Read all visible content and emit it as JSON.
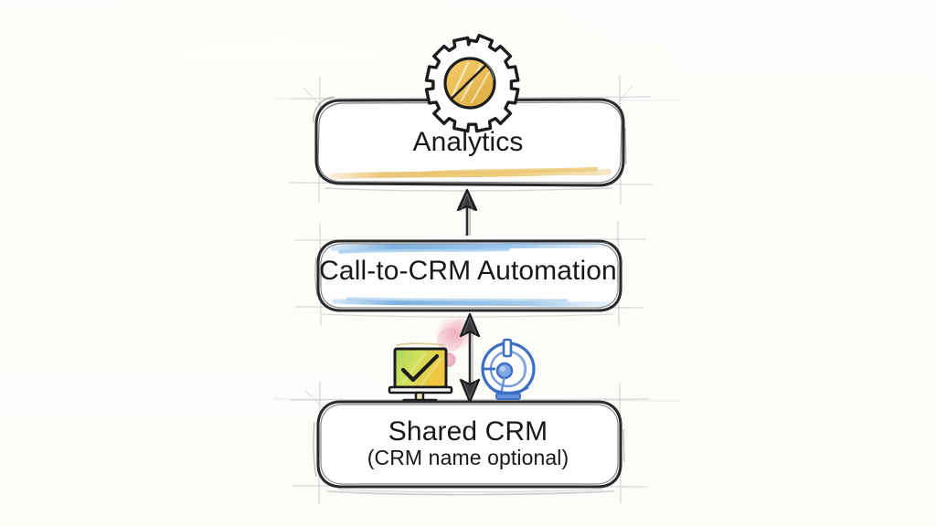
{
  "diagram": {
    "title": "Analytics / Call-to-CRM Automation / Shared CRM flow",
    "style": "hand-drawn sketch on paper",
    "background_color": "#fdfdfb",
    "ink_color": "#1c1c1e",
    "guide_line_color": "#c9c9cc"
  },
  "nodes": [
    {
      "id": "analytics",
      "label": "Analytics",
      "accent_color": "#e8b84b",
      "accent_position": "bottom"
    },
    {
      "id": "automation",
      "label": "Call-to-CRM Automation",
      "accent_color": "#7fb4e0",
      "accent_position": "top-and-bottom"
    },
    {
      "id": "shared_crm",
      "label_line1": "Shared CRM",
      "label_line2": "(CRM name optional)",
      "accent_color": "#9a9a9e",
      "accent_position": "none"
    }
  ],
  "connectors": [
    {
      "id": "automation-to-analytics",
      "direction": "up",
      "from": "automation",
      "to": "analytics"
    },
    {
      "id": "crm-to-automation",
      "direction": "bidirectional",
      "from": "shared_crm",
      "to": "automation"
    }
  ],
  "icons": [
    {
      "id": "gear-icon",
      "name": "gear-icon",
      "colors": {
        "outline": "#1c1c1e",
        "fill": "#e9bd55"
      }
    },
    {
      "id": "monitor-chart-icon",
      "name": "monitor-chart-icon",
      "colors": {
        "outline": "#1c1c1e",
        "screen_start": "#9fd05a",
        "screen_end": "#f0c544"
      }
    },
    {
      "id": "dial-icon",
      "name": "dial-icon",
      "colors": {
        "outline": "#3a6fc4",
        "fill": "#6f9fe0"
      }
    },
    {
      "id": "pink-smudge",
      "name": "pink-smudge-decoration",
      "colors": {
        "fill": "#eda7b8"
      }
    },
    {
      "id": "pink-dot",
      "name": "pink-dot-decoration",
      "colors": {
        "fill": "#e49bb0"
      }
    }
  ]
}
